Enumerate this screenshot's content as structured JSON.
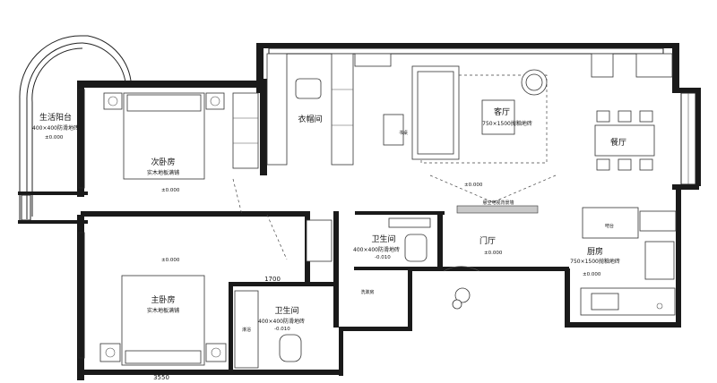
{
  "rooms": {
    "balcony": {
      "name": "生活阳台",
      "spec": "400×400防滑地砖",
      "level": "±0.000"
    },
    "second_bedroom": {
      "name": "次卧房",
      "spec": "实木地板满铺",
      "level": "±0.000"
    },
    "closet": {
      "name": "衣帽间"
    },
    "living": {
      "name": "客厅",
      "spec": "750×1500抛釉地砖",
      "level": "±0.000"
    },
    "dining": {
      "name": "餐厅"
    },
    "master_bedroom": {
      "name": "主卧房",
      "spec": "实木地板满铺",
      "level": "±0.000"
    },
    "bath1": {
      "name": "卫生间",
      "spec": "400×400防滑地砖",
      "level": "-0.010"
    },
    "bath2": {
      "name": "卫生间",
      "spec": "400×400防滑地砖",
      "level": "-0.010"
    },
    "foyer": {
      "name": "门厅",
      "level": "±0.000"
    },
    "kitchen": {
      "name": "厨房",
      "spec": "750×1500抛釉地砖",
      "level": "±0.000"
    },
    "laundry": {
      "name": "洗漱房"
    }
  },
  "labels": {
    "tv_wall": "悬空电视背景墙",
    "island": "吧台",
    "desk": "书桌",
    "shower": "淋浴"
  },
  "dimensions": {
    "bath_width": "1700",
    "master_width": "3550"
  }
}
